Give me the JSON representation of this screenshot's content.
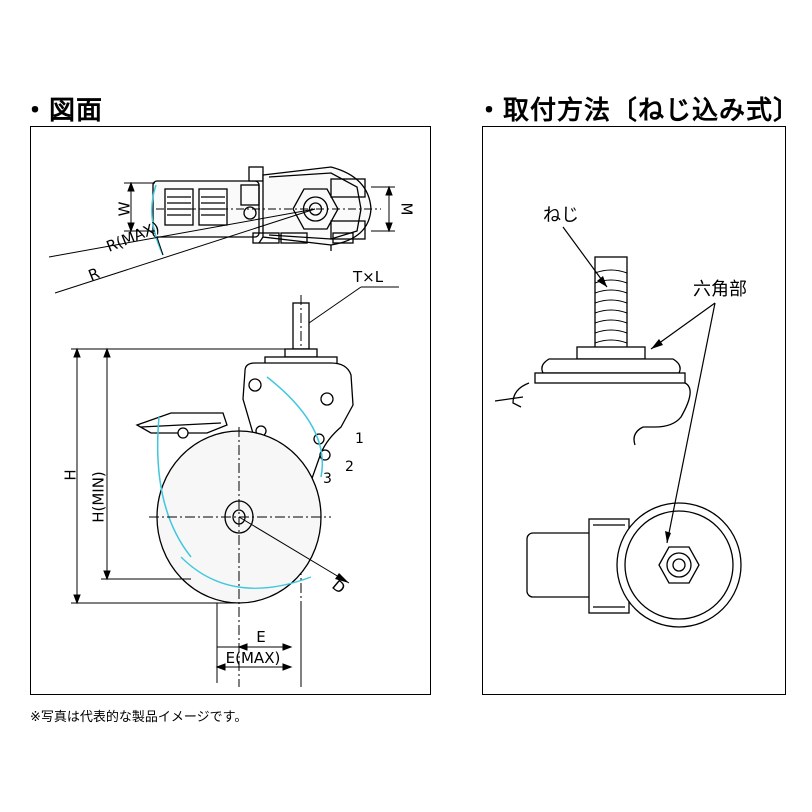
{
  "left": {
    "heading": "・図面",
    "labels": {
      "w": "W",
      "m": "M",
      "r_max": "R(MAX)",
      "r": "R",
      "txl": "T×L",
      "h": "H",
      "h_min": "H(MIN)",
      "n1": "1",
      "n2": "2",
      "n3": "3",
      "d": "D",
      "e": "E",
      "e_max": "E(MAX)"
    }
  },
  "right": {
    "heading": "・取付方法〔ねじ込み式〕",
    "labels": {
      "screw": "ねじ",
      "hex": "六角部"
    }
  },
  "footnote": "※写真は代表的な製品イメージです。",
  "colors": {
    "line": "#000000",
    "swing_arc": "#3ec7de",
    "fill": "#f5f5f5"
  }
}
